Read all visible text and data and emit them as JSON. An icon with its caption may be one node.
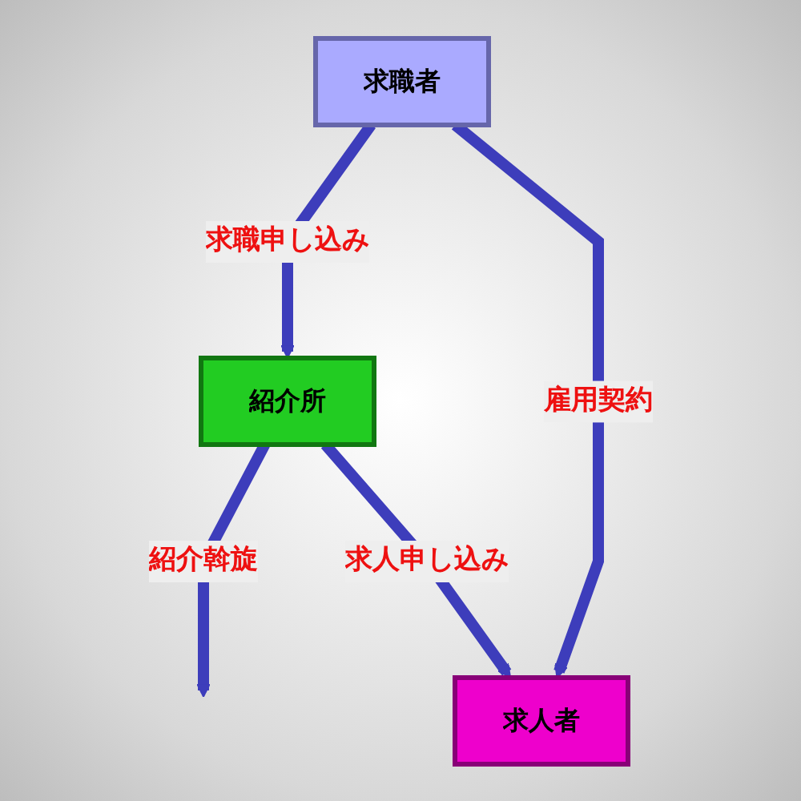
{
  "diagram": {
    "nodes": [
      {
        "text": [
          "紹介所"
        ]
      },
      {
        "text": [
          "求職者"
        ]
      },
      {
        "text": [
          "求人者"
        ]
      }
    ],
    "edges": [
      {
        "from": 1,
        "to": 0,
        "arrow": "to",
        "label": "求職申し込み"
      },
      {
        "from": 0,
        "to": null,
        "arrow": "to",
        "label": "紹介斡旋"
      },
      {
        "from": 0,
        "to": 2,
        "arrow": "to",
        "label": "求人申し込み"
      },
      {
        "from": 1,
        "to": 2,
        "arrow": "to",
        "label": "雇用契約"
      }
    ]
  }
}
